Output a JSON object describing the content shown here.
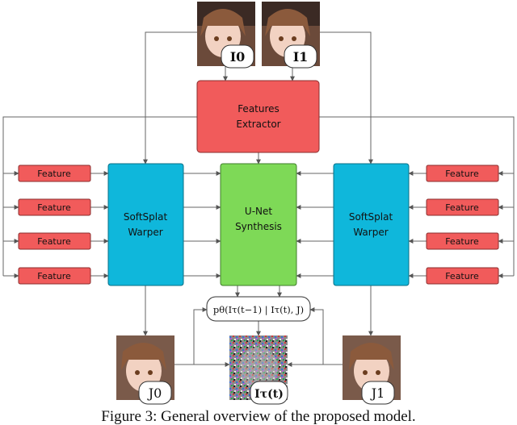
{
  "diagram": {
    "inputs": {
      "i0": "I0",
      "i1": "I1"
    },
    "outputs": {
      "j0": "J0",
      "j1": "J1",
      "noise": "Iτ(t)"
    },
    "extractor": {
      "line1": "Features",
      "line2": "Extractor"
    },
    "warper": {
      "line1": "SoftSplat",
      "line2": "Warper"
    },
    "unet": {
      "line1": "U-Net",
      "line2": "Synthesis"
    },
    "feature_label": "Feature",
    "formula": "pθ(Iτ(t−1) | Iτ(t), J)",
    "caption": "Figure 3: General overview of the proposed model."
  },
  "colors": {
    "red": "#f15b5b",
    "cyan": "#0fb7db",
    "green": "#7ed957",
    "line": "#666666"
  }
}
